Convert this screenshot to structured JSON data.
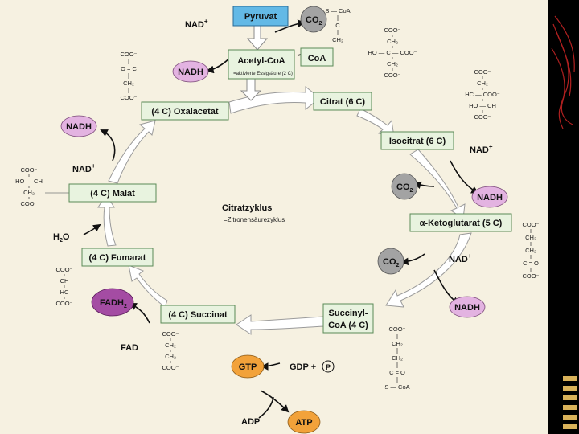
{
  "colors": {
    "page_bg": "#f6f1e1",
    "side_bg": "#000000",
    "box_fill": "#e8f3df",
    "box_stroke": "#5a8a56",
    "pyruvat_fill": "#63b9e6",
    "nadh_fill": "#e3b3e1",
    "co2_fill": "#a3a3a3",
    "fadh_fill": "#a44ca3",
    "gtp_fill": "#f2a23a",
    "arrow_fill": "#ffffff",
    "arrow_stroke": "#9a9a9a"
  },
  "icons": [
    "curved-arrow-icon",
    "cycle-arrow-icon",
    "circled-p-icon",
    "swirl-decoration-icon"
  ],
  "title": "Citratzyklus",
  "subtitle": "=Zitronensäurezyklus",
  "boxes": {
    "pyruvat": "Pyruvat",
    "acetyl_coa": "Acetyl-CoA",
    "acetyl_note": "=aktivierte Essigsäure (2 C)",
    "coa": "CoA",
    "oxalacetat": "(4 C) Oxalacetat",
    "citrat": "Citrat (6 C)",
    "isocitrat": "Isocitrat (6 C)",
    "ketoglutarat": "α-Ketoglutarat (5 C)",
    "succinyl_line1": "Succinyl-",
    "succinyl_line2": "CoA (4 C)",
    "succinat": "(4 C) Succinat",
    "fumarat": "(4 C) Fumarat",
    "malat": "(4 C) Malat"
  },
  "molecules": {
    "nad": "NAD",
    "plus": "+",
    "nadh": "NADH",
    "co2": "CO",
    "two": "2",
    "fadh": "FADH",
    "fad": "FAD",
    "h2o": "H",
    "h2o_o": "O",
    "gtp": "GTP",
    "gdp": "GDP +",
    "p": "P",
    "adp": "ADP",
    "atp": "ATP"
  },
  "formulas": {
    "acetyl": [
      "S — CoA",
      "C",
      "CH₂"
    ],
    "oxal": [
      "COO⁻",
      "O = C",
      "CH₂",
      "COO⁻"
    ],
    "citrat": [
      "COO⁻",
      "CH₂",
      "HO — C — COO⁻",
      "CH₂",
      "COO⁻"
    ],
    "isocitrat": [
      "COO⁻",
      "CH₂",
      "HC — COO⁻",
      "HO — CH",
      "COO⁻"
    ],
    "malat": [
      "COO⁻",
      "HO — CH",
      "CH₂",
      "COO⁻"
    ],
    "keto": [
      "COO⁻",
      "CH₂",
      "CH₂",
      "C = O",
      "COO⁻"
    ],
    "fumarat": [
      "COO⁻",
      "CH",
      "HC",
      "COO⁻"
    ],
    "succinat": [
      "COO⁻",
      "CH₂",
      "CH₂",
      "COO⁻"
    ],
    "succinylcoa": [
      "COO⁻",
      "CH₂",
      "CH₂",
      "C = O",
      "S — CoA"
    ]
  }
}
